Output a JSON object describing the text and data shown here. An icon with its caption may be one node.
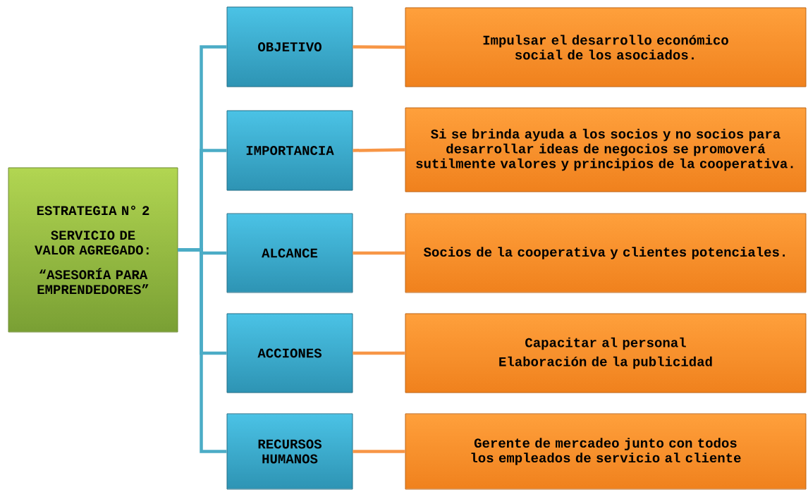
{
  "diagram": {
    "nodes": [
      {
        "text": [
          "ESTRATEGIA N° 2",
          "SERVICIO DE VALOR AGREGADO:",
          "“ASESORÍA PARA EMPRENDEDORES”"
        ]
      },
      {
        "text": [
          "OBJETIVO"
        ]
      },
      {
        "text": [
          "IMPORTANCIA"
        ]
      },
      {
        "text": [
          "ALCANCE"
        ]
      },
      {
        "text": [
          "ACCIONES"
        ]
      },
      {
        "text": [
          "RECURSOS HUMANOS"
        ]
      },
      {
        "text": [
          "Impulsar el desarrollo económico social de los asociados."
        ]
      },
      {
        "text": [
          "Si se brinda ayuda a los socios y no socios para desarrollar ideas de negocios se promoverá sutilmente valores y principios de la cooperativa."
        ]
      },
      {
        "text": [
          "Socios de la cooperativa y clientes potenciales."
        ]
      },
      {
        "text": [
          "Capacitar al personal",
          "Elaboración de la publicidad"
        ]
      },
      {
        "text": [
          "Gerente de mercadeo junto con todos los empleados de servicio al cliente"
        ]
      }
    ],
    "edges": [
      {
        "from": 0,
        "to": 1,
        "arrow": "none"
      },
      {
        "from": 0,
        "to": 2,
        "arrow": "none"
      },
      {
        "from": 0,
        "to": 3,
        "arrow": "none"
      },
      {
        "from": 0,
        "to": 4,
        "arrow": "none"
      },
      {
        "from": 0,
        "to": 5,
        "arrow": "none"
      },
      {
        "from": 1,
        "to": 6,
        "arrow": "none",
        "color": "#f79646"
      },
      {
        "from": 2,
        "to": 7,
        "arrow": "none",
        "color": "#f79646"
      },
      {
        "from": 3,
        "to": 8,
        "arrow": "none",
        "color": "#f79646"
      },
      {
        "from": 4,
        "to": 9,
        "arrow": "none",
        "color": "#f79646"
      },
      {
        "from": 5,
        "to": 10,
        "arrow": "none",
        "color": "#f79646"
      }
    ]
  }
}
